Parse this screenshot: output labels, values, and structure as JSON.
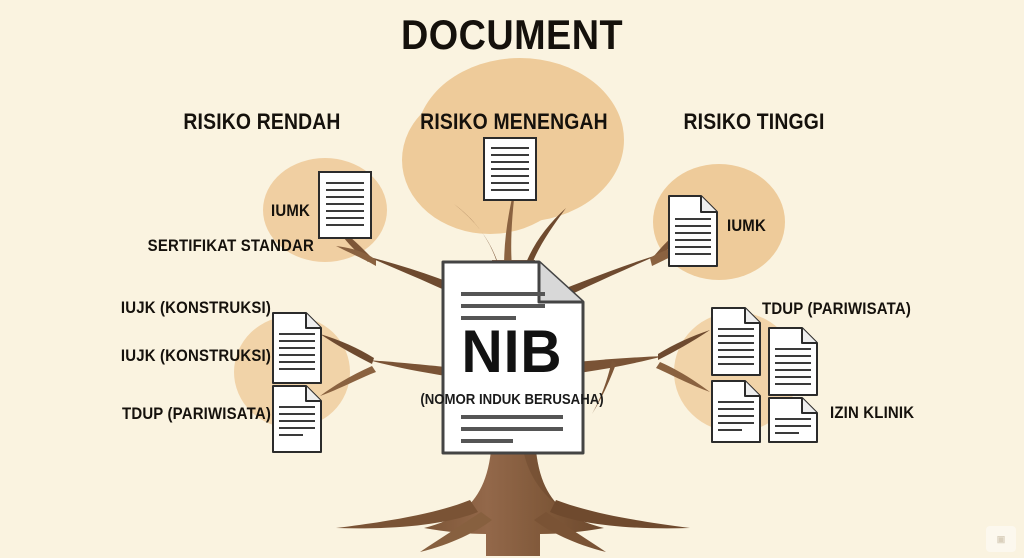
{
  "title": "DOCUMENT",
  "background_color": "#faf3e0",
  "palette": {
    "blob": "#eecb9a",
    "blob_soft": "#f2d6ae",
    "trunk": "#8b6240",
    "branch_dark": "#6e4a2f",
    "branch_light": "#9a7050",
    "paper": "#ffffff",
    "paper_border": "#2b2b2b",
    "rule": "#3a3a3a",
    "text": "#15110c"
  },
  "headers": [
    {
      "id": "low",
      "label": "RISIKO RENDAH"
    },
    {
      "id": "medium",
      "label": "RISIKO MENENGAH"
    },
    {
      "id": "high",
      "label": "RISIKO TINGGI"
    }
  ],
  "center_document": {
    "title": "NIB",
    "subtitle": "(NOMOR INDUK BERUSAHA)",
    "top_rules": 3,
    "bottom_rules": 3
  },
  "branches": {
    "low": {
      "upper_labels": [
        "IUMK",
        "SERTIFIKAT STANDAR"
      ],
      "lower_labels": [
        "IUJK (KONSTRUKSI)",
        "IUJK (KONSTRUKSI)",
        "TDUP (PARIWISATA)"
      ],
      "upper_doc_count": 1,
      "lower_doc_count": 2
    },
    "medium": {
      "labels": [],
      "doc_count": 1
    },
    "high": {
      "upper_labels": [
        "IUMK"
      ],
      "lower_labels": [
        "TDUP (PARIWISATA)",
        "IZIN KLINIK"
      ],
      "upper_doc_count": 1,
      "lower_doc_count": 4
    }
  },
  "watermark": "icon"
}
